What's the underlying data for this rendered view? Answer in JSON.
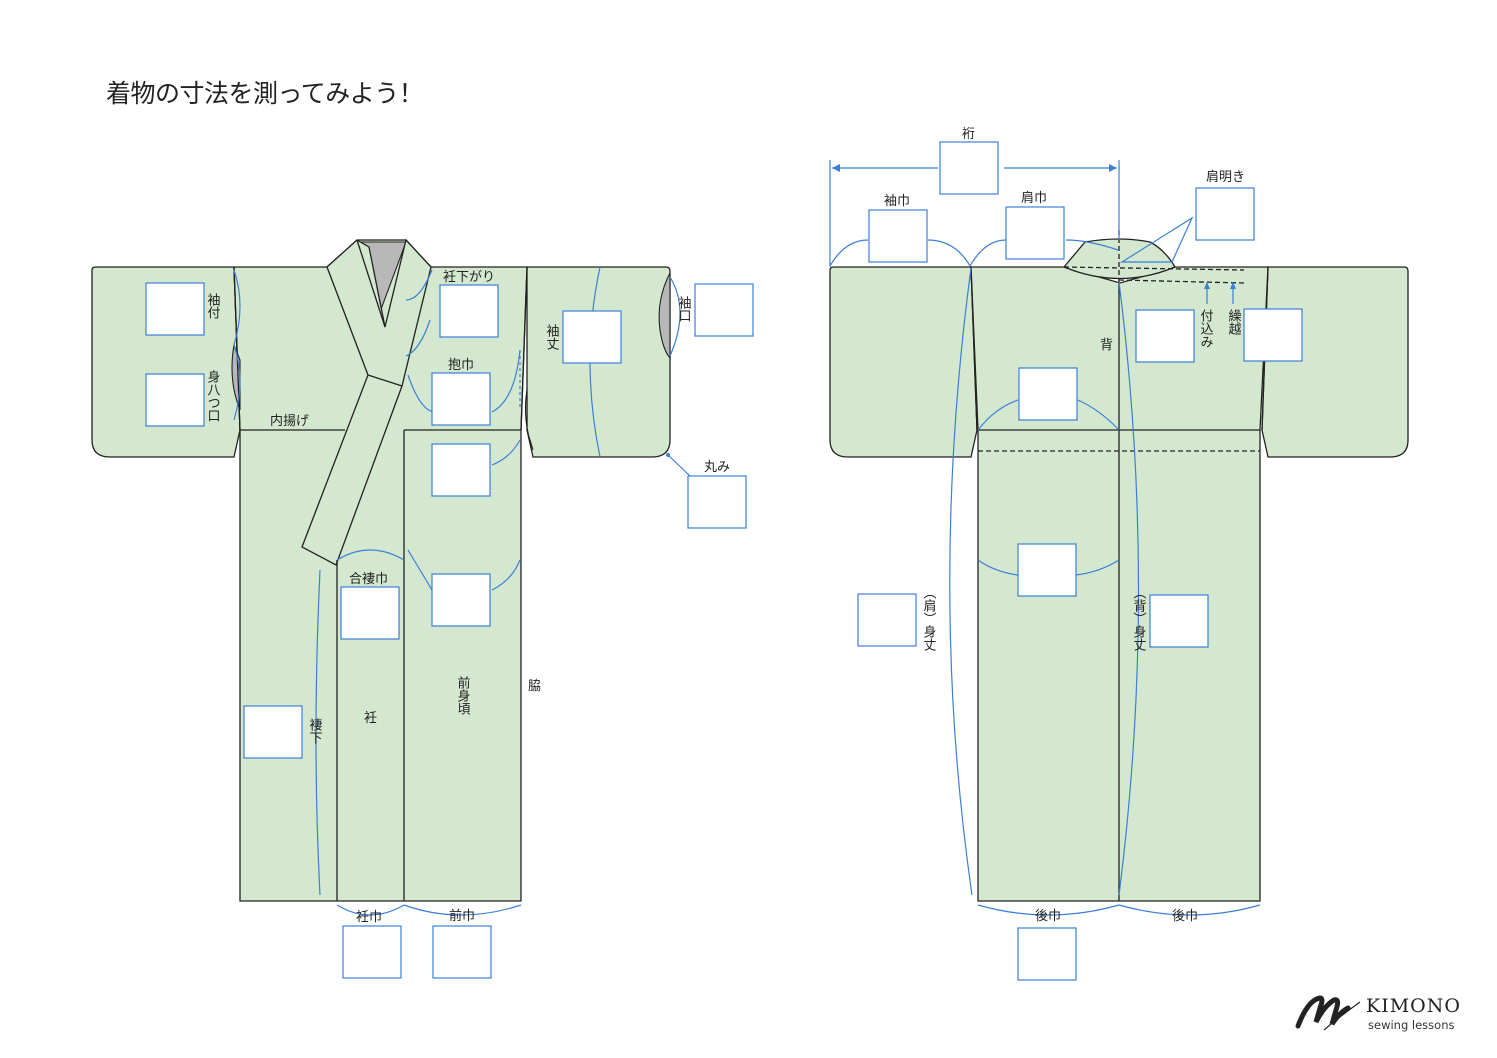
{
  "title": "着物の寸法を測ってみよう！",
  "front_labels": {
    "sodetsuke": "袖付",
    "miyatsukuchi": "身八つ口",
    "uchiage": "内揚げ",
    "okumisagari": "衽下がり",
    "dakihaba": "抱巾",
    "sodetake": "袖丈",
    "sodeguchi": "袖口",
    "marumi": "丸み",
    "aiduma": "合褄巾",
    "okumi": "衽",
    "maemigoro": "前身頃",
    "waki": "脇",
    "tsumashita": "褄下",
    "okumihaba": "衽巾",
    "maehaba": "前巾"
  },
  "back_labels": {
    "yuki": "裄",
    "sodehaba": "袖巾",
    "katahaba": "肩巾",
    "katamaki": "肩明き",
    "se": "背",
    "tsukekomi": "付込み",
    "kurikoshi": "繰越",
    "katamitake": "（肩）身丈",
    "semitake": "（背）身丈",
    "ushirohaba_left": "後巾",
    "ushirohaba_right": "後巾"
  },
  "logo": {
    "name": "KIMONO",
    "subtitle": "sewing lessons"
  },
  "colors": {
    "fabric": "#d3e8cf",
    "lining": "#b8b8b8",
    "measure": "#3b7fd8",
    "outline": "#222222"
  }
}
